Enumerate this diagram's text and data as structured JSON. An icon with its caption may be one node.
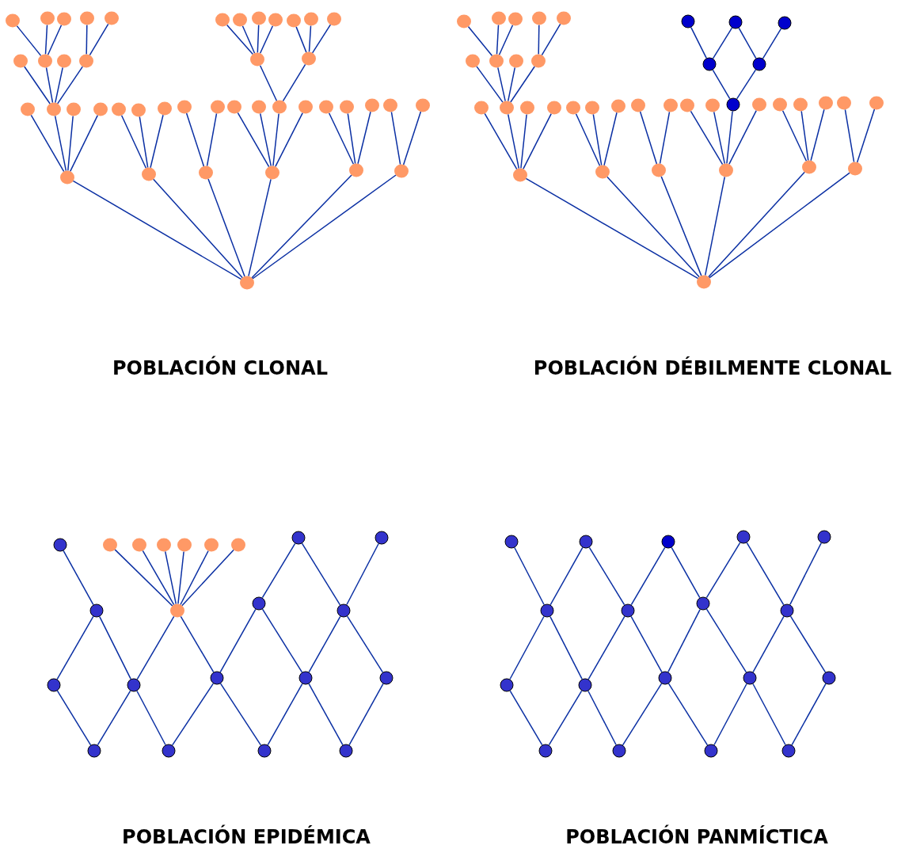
{
  "diagram": {
    "nodes": [
      {
        "text": [],
        "shape": "circle"
      },
      {
        "text": [],
        "shape": "circle"
      },
      {
        "text": [],
        "shape": "circle"
      },
      {
        "text": [],
        "shape": "circle"
      },
      {
        "text": [],
        "shape": "circle"
      },
      {
        "text": [],
        "shape": "circle"
      },
      {
        "text": [],
        "shape": "circle"
      },
      {
        "text": [],
        "shape": "circle"
      },
      {
        "text": [],
        "shape": "circle"
      },
      {
        "text": [],
        "shape": "circle"
      },
      {
        "text": [],
        "shape": "circle"
      },
      {
        "text": [],
        "shape": "circle"
      },
      {
        "text": [],
        "shape": "circle"
      },
      {
        "text": [],
        "shape": "circle"
      },
      {
        "text": [],
        "shape": "circle"
      },
      {
        "text": [],
        "shape": "circle"
      },
      {
        "text": [],
        "shape": "circle"
      },
      {
        "text": [],
        "shape": "circle"
      },
      {
        "text": [],
        "shape": "circle"
      },
      {
        "text": [],
        "shape": "circle"
      },
      {
        "text": [],
        "shape": "circle"
      },
      {
        "text": [],
        "shape": "circle"
      },
      {
        "text": [],
        "shape": "circle"
      },
      {
        "text": [],
        "shape": "circle"
      },
      {
        "text": [],
        "shape": "circle"
      },
      {
        "text": [],
        "shape": "circle"
      },
      {
        "text": [],
        "shape": "circle"
      },
      {
        "text": [],
        "shape": "circle"
      },
      {
        "text": [],
        "shape": "circle"
      },
      {
        "text": [],
        "shape": "circle"
      },
      {
        "text": [],
        "shape": "circle"
      },
      {
        "text": [],
        "shape": "circle"
      },
      {
        "text": [],
        "shape": "circle"
      },
      {
        "text": [],
        "shape": "circle"
      },
      {
        "text": [],
        "shape": "circle"
      },
      {
        "text": [],
        "shape": "circle"
      },
      {
        "text": [],
        "shape": "circle"
      },
      {
        "text": [],
        "shape": "circle"
      },
      {
        "text": [],
        "shape": "circle"
      },
      {
        "text": [],
        "shape": "circle"
      },
      {
        "text": [],
        "shape": "circle"
      },
      {
        "text": [],
        "shape": "circle"
      },
      {
        "text": [],
        "shape": "circle"
      },
      {
        "text": [],
        "shape": "circle"
      },
      {
        "text": [],
        "shape": "circle"
      },
      {
        "text": [],
        "shape": "circle"
      },
      {
        "text": [],
        "shape": "circle"
      },
      {
        "text": [],
        "shape": "circle"
      },
      {
        "text": [],
        "shape": "circle"
      },
      {
        "text": [],
        "shape": "circle"
      },
      {
        "text": [],
        "shape": "circle"
      },
      {
        "text": [],
        "shape": "circle"
      },
      {
        "text": [],
        "shape": "circle"
      },
      {
        "text": [],
        "shape": "circle"
      },
      {
        "text": [],
        "shape": "circle"
      },
      {
        "text": [],
        "shape": "circle"
      },
      {
        "text": [],
        "shape": "circle"
      },
      {
        "text": [],
        "shape": "circle"
      },
      {
        "text": [],
        "shape": "circle"
      },
      {
        "text": [],
        "shape": "circle"
      },
      {
        "text": [],
        "shape": "circle"
      },
      {
        "text": [],
        "shape": "circle"
      },
      {
        "text": [],
        "shape": "circle"
      },
      {
        "text": [],
        "shape": "circle"
      },
      {
        "text": [],
        "shape": "circle"
      },
      {
        "text": [],
        "shape": "circle"
      },
      {
        "text": [],
        "shape": "circle"
      },
      {
        "text": [],
        "shape": "circle"
      },
      {
        "text": [],
        "shape": "circle"
      },
      {
        "text": [],
        "shape": "circle"
      },
      {
        "text": [],
        "shape": "circle"
      },
      {
        "text": [],
        "shape": "circle"
      },
      {
        "text": [],
        "shape": "circle"
      },
      {
        "text": [],
        "shape": "circle"
      },
      {
        "text": [],
        "shape": "circle"
      },
      {
        "text": [],
        "shape": "circle"
      },
      {
        "text": [],
        "shape": "circle"
      },
      {
        "text": [],
        "shape": "circle"
      },
      {
        "text": [],
        "shape": "circle"
      },
      {
        "text": [],
        "shape": "circle"
      },
      {
        "text": [],
        "shape": "circle"
      },
      {
        "text": [],
        "shape": "circle"
      },
      {
        "text": [],
        "shape": "circle"
      },
      {
        "text": [],
        "shape": "circle"
      },
      {
        "text": [],
        "shape": "circle"
      },
      {
        "text": [],
        "shape": "circle"
      },
      {
        "text": [],
        "shape": "circle"
      },
      {
        "text": [],
        "shape": "circle"
      },
      {
        "text": [],
        "shape": "circle"
      },
      {
        "text": [],
        "shape": "circle"
      },
      {
        "text": [],
        "shape": "circle"
      },
      {
        "text": [],
        "shape": "circle"
      },
      {
        "text": [],
        "shape": "circle"
      },
      {
        "text": [],
        "shape": "circle"
      },
      {
        "text": [],
        "shape": "circle"
      },
      {
        "text": [],
        "shape": "circle"
      },
      {
        "text": [],
        "shape": "circle"
      },
      {
        "text": [],
        "shape": "circle"
      },
      {
        "text": [],
        "shape": "circle"
      },
      {
        "text": [],
        "shape": "circle"
      },
      {
        "text": [],
        "shape": "circle"
      },
      {
        "text": [],
        "shape": "circle"
      },
      {
        "text": [],
        "shape": "circle"
      },
      {
        "text": [],
        "shape": "circle"
      },
      {
        "text": [],
        "shape": "circle"
      },
      {
        "text": [],
        "shape": "circle"
      },
      {
        "text": [],
        "shape": "circle"
      },
      {
        "text": [],
        "shape": "circle"
      },
      {
        "text": [],
        "shape": "circle"
      },
      {
        "text": [],
        "shape": "circle"
      },
      {
        "text": [],
        "shape": "circle"
      },
      {
        "text": [],
        "shape": "circle"
      },
      {
        "text": [],
        "shape": "circle"
      },
      {
        "text": [],
        "shape": "circle"
      },
      {
        "text": [],
        "shape": "circle"
      },
      {
        "text": [],
        "shape": "circle"
      },
      {
        "text": [],
        "shape": "circle"
      },
      {
        "text": [],
        "shape": "circle"
      },
      {
        "text": [],
        "shape": "circle"
      },
      {
        "text": [],
        "shape": "circle"
      },
      {
        "text": [],
        "shape": "circle"
      },
      {
        "text": [],
        "shape": "circle"
      }
    ],
    "edges": [
      {
        "from": 13,
        "to": 0,
        "arrow": "none"
      },
      {
        "from": 13,
        "to": 1,
        "arrow": "none"
      },
      {
        "from": 13,
        "to": 2,
        "arrow": "none"
      },
      {
        "from": 15,
        "to": 3,
        "arrow": "none"
      },
      {
        "from": 15,
        "to": 4,
        "arrow": "none"
      },
      {
        "from": 16,
        "to": 5,
        "arrow": "none"
      },
      {
        "from": 16,
        "to": 6,
        "arrow": "none"
      },
      {
        "from": 16,
        "to": 7,
        "arrow": "none"
      },
      {
        "from": 16,
        "to": 8,
        "arrow": "none"
      },
      {
        "from": 17,
        "to": 9,
        "arrow": "none"
      },
      {
        "from": 17,
        "to": 10,
        "arrow": "none"
      },
      {
        "from": 17,
        "to": 11,
        "arrow": "none"
      },
      {
        "from": 19,
        "to": 12,
        "arrow": "none"
      },
      {
        "from": 19,
        "to": 13,
        "arrow": "none"
      },
      {
        "from": 19,
        "to": 14,
        "arrow": "none"
      },
      {
        "from": 19,
        "to": 15,
        "arrow": "none"
      },
      {
        "from": 29,
        "to": 16,
        "arrow": "none"
      },
      {
        "from": 29,
        "to": 17,
        "arrow": "none"
      },
      {
        "from": 36,
        "to": 18,
        "arrow": "none"
      },
      {
        "from": 36,
        "to": 19,
        "arrow": "none"
      },
      {
        "from": 36,
        "to": 20,
        "arrow": "none"
      },
      {
        "from": 36,
        "to": 21,
        "arrow": "none"
      },
      {
        "from": 37,
        "to": 22,
        "arrow": "none"
      },
      {
        "from": 37,
        "to": 23,
        "arrow": "none"
      },
      {
        "from": 37,
        "to": 24,
        "arrow": "none"
      },
      {
        "from": 38,
        "to": 25,
        "arrow": "none"
      },
      {
        "from": 38,
        "to": 26,
        "arrow": "none"
      },
      {
        "from": 39,
        "to": 27,
        "arrow": "none"
      },
      {
        "from": 39,
        "to": 28,
        "arrow": "none"
      },
      {
        "from": 39,
        "to": 29,
        "arrow": "none"
      },
      {
        "from": 39,
        "to": 30,
        "arrow": "none"
      },
      {
        "from": 40,
        "to": 31,
        "arrow": "none"
      },
      {
        "from": 40,
        "to": 32,
        "arrow": "none"
      },
      {
        "from": 40,
        "to": 33,
        "arrow": "none"
      },
      {
        "from": 41,
        "to": 34,
        "arrow": "none"
      },
      {
        "from": 41,
        "to": 35,
        "arrow": "none"
      },
      {
        "from": 42,
        "to": 36,
        "arrow": "none"
      },
      {
        "from": 42,
        "to": 37,
        "arrow": "none"
      },
      {
        "from": 42,
        "to": 38,
        "arrow": "none"
      },
      {
        "from": 42,
        "to": 39,
        "arrow": "none"
      },
      {
        "from": 42,
        "to": 40,
        "arrow": "none"
      },
      {
        "from": 42,
        "to": 41,
        "arrow": "none"
      },
      {
        "from": 52,
        "to": 43,
        "arrow": "none"
      },
      {
        "from": 52,
        "to": 44,
        "arrow": "none"
      },
      {
        "from": 52,
        "to": 45,
        "arrow": "none"
      },
      {
        "from": 54,
        "to": 46,
        "arrow": "none"
      },
      {
        "from": 54,
        "to": 47,
        "arrow": "none"
      },
      {
        "from": 55,
        "to": 48,
        "arrow": "none"
      },
      {
        "from": 55,
        "to": 49,
        "arrow": "none"
      },
      {
        "from": 56,
        "to": 49,
        "arrow": "none"
      },
      {
        "from": 56,
        "to": 50,
        "arrow": "none"
      },
      {
        "from": 58,
        "to": 51,
        "arrow": "none"
      },
      {
        "from": 58,
        "to": 52,
        "arrow": "none"
      },
      {
        "from": 58,
        "to": 53,
        "arrow": "none"
      },
      {
        "from": 58,
        "to": 54,
        "arrow": "none"
      },
      {
        "from": 68,
        "to": 55,
        "arrow": "none"
      },
      {
        "from": 68,
        "to": 56,
        "arrow": "none"
      },
      {
        "from": 75,
        "to": 57,
        "arrow": "none"
      },
      {
        "from": 75,
        "to": 58,
        "arrow": "none"
      },
      {
        "from": 75,
        "to": 59,
        "arrow": "none"
      },
      {
        "from": 75,
        "to": 60,
        "arrow": "none"
      },
      {
        "from": 76,
        "to": 61,
        "arrow": "none"
      },
      {
        "from": 76,
        "to": 62,
        "arrow": "none"
      },
      {
        "from": 76,
        "to": 63,
        "arrow": "none"
      },
      {
        "from": 77,
        "to": 64,
        "arrow": "none"
      },
      {
        "from": 77,
        "to": 65,
        "arrow": "none"
      },
      {
        "from": 78,
        "to": 66,
        "arrow": "none"
      },
      {
        "from": 78,
        "to": 67,
        "arrow": "none"
      },
      {
        "from": 78,
        "to": 68,
        "arrow": "none"
      },
      {
        "from": 78,
        "to": 69,
        "arrow": "none"
      },
      {
        "from": 79,
        "to": 70,
        "arrow": "none"
      },
      {
        "from": 79,
        "to": 71,
        "arrow": "none"
      },
      {
        "from": 79,
        "to": 72,
        "arrow": "none"
      },
      {
        "from": 80,
        "to": 73,
        "arrow": "none"
      },
      {
        "from": 80,
        "to": 74,
        "arrow": "none"
      },
      {
        "from": 81,
        "to": 75,
        "arrow": "none"
      },
      {
        "from": 81,
        "to": 76,
        "arrow": "none"
      },
      {
        "from": 81,
        "to": 77,
        "arrow": "none"
      },
      {
        "from": 81,
        "to": 78,
        "arrow": "none"
      },
      {
        "from": 81,
        "to": 79,
        "arrow": "none"
      },
      {
        "from": 81,
        "to": 80,
        "arrow": "none"
      },
      {
        "from": 91,
        "to": 82,
        "arrow": "none"
      },
      {
        "from": 92,
        "to": 83,
        "arrow": "none"
      },
      {
        "from": 92,
        "to": 84,
        "arrow": "none"
      },
      {
        "from": 92,
        "to": 85,
        "arrow": "none"
      },
      {
        "from": 92,
        "to": 86,
        "arrow": "none"
      },
      {
        "from": 92,
        "to": 87,
        "arrow": "none"
      },
      {
        "from": 92,
        "to": 88,
        "arrow": "none"
      },
      {
        "from": 93,
        "to": 89,
        "arrow": "none"
      },
      {
        "from": 94,
        "to": 89,
        "arrow": "none"
      },
      {
        "from": 94,
        "to": 90,
        "arrow": "none"
      },
      {
        "from": 91,
        "to": 95,
        "arrow": "none"
      },
      {
        "from": 91,
        "to": 96,
        "arrow": "none"
      },
      {
        "from": 92,
        "to": 96,
        "arrow": "none"
      },
      {
        "from": 92,
        "to": 97,
        "arrow": "none"
      },
      {
        "from": 93,
        "to": 97,
        "arrow": "none"
      },
      {
        "from": 93,
        "to": 98,
        "arrow": "none"
      },
      {
        "from": 94,
        "to": 98,
        "arrow": "none"
      },
      {
        "from": 94,
        "to": 99,
        "arrow": "none"
      },
      {
        "from": 95,
        "to": 100,
        "arrow": "none"
      },
      {
        "from": 96,
        "to": 100,
        "arrow": "none"
      },
      {
        "from": 96,
        "to": 101,
        "arrow": "none"
      },
      {
        "from": 97,
        "to": 101,
        "arrow": "none"
      },
      {
        "from": 97,
        "to": 102,
        "arrow": "none"
      },
      {
        "from": 98,
        "to": 102,
        "arrow": "none"
      },
      {
        "from": 98,
        "to": 103,
        "arrow": "none"
      },
      {
        "from": 99,
        "to": 103,
        "arrow": "none"
      },
      {
        "from": 109,
        "to": 104,
        "arrow": "none"
      },
      {
        "from": 109,
        "to": 105,
        "arrow": "none"
      },
      {
        "from": 110,
        "to": 105,
        "arrow": "none"
      },
      {
        "from": 110,
        "to": 106,
        "arrow": "none"
      },
      {
        "from": 111,
        "to": 106,
        "arrow": "none"
      },
      {
        "from": 111,
        "to": 107,
        "arrow": "none"
      },
      {
        "from": 112,
        "to": 107,
        "arrow": "none"
      },
      {
        "from": 112,
        "to": 108,
        "arrow": "none"
      },
      {
        "from": 109,
        "to": 113,
        "arrow": "none"
      },
      {
        "from": 109,
        "to": 114,
        "arrow": "none"
      },
      {
        "from": 110,
        "to": 114,
        "arrow": "none"
      },
      {
        "from": 110,
        "to": 115,
        "arrow": "none"
      },
      {
        "from": 111,
        "to": 115,
        "arrow": "none"
      },
      {
        "from": 111,
        "to": 116,
        "arrow": "none"
      },
      {
        "from": 112,
        "to": 116,
        "arrow": "none"
      },
      {
        "from": 112,
        "to": 117,
        "arrow": "none"
      },
      {
        "from": 113,
        "to": 118,
        "arrow": "none"
      },
      {
        "from": 114,
        "to": 118,
        "arrow": "none"
      },
      {
        "from": 114,
        "to": 119,
        "arrow": "none"
      },
      {
        "from": 115,
        "to": 119,
        "arrow": "none"
      },
      {
        "from": 115,
        "to": 120,
        "arrow": "none"
      },
      {
        "from": 116,
        "to": 120,
        "arrow": "none"
      },
      {
        "from": 116,
        "to": 121,
        "arrow": "none"
      },
      {
        "from": 117,
        "to": 121,
        "arrow": "none"
      }
    ],
    "labels": [
      "POBLACIÓN CLONAL",
      "POBLACIÓN DÉBILMENTE CLONAL",
      "POBLACIÓN EPIDÉMICA",
      "POBLACIÓN PANMÍCTICA"
    ]
  }
}
